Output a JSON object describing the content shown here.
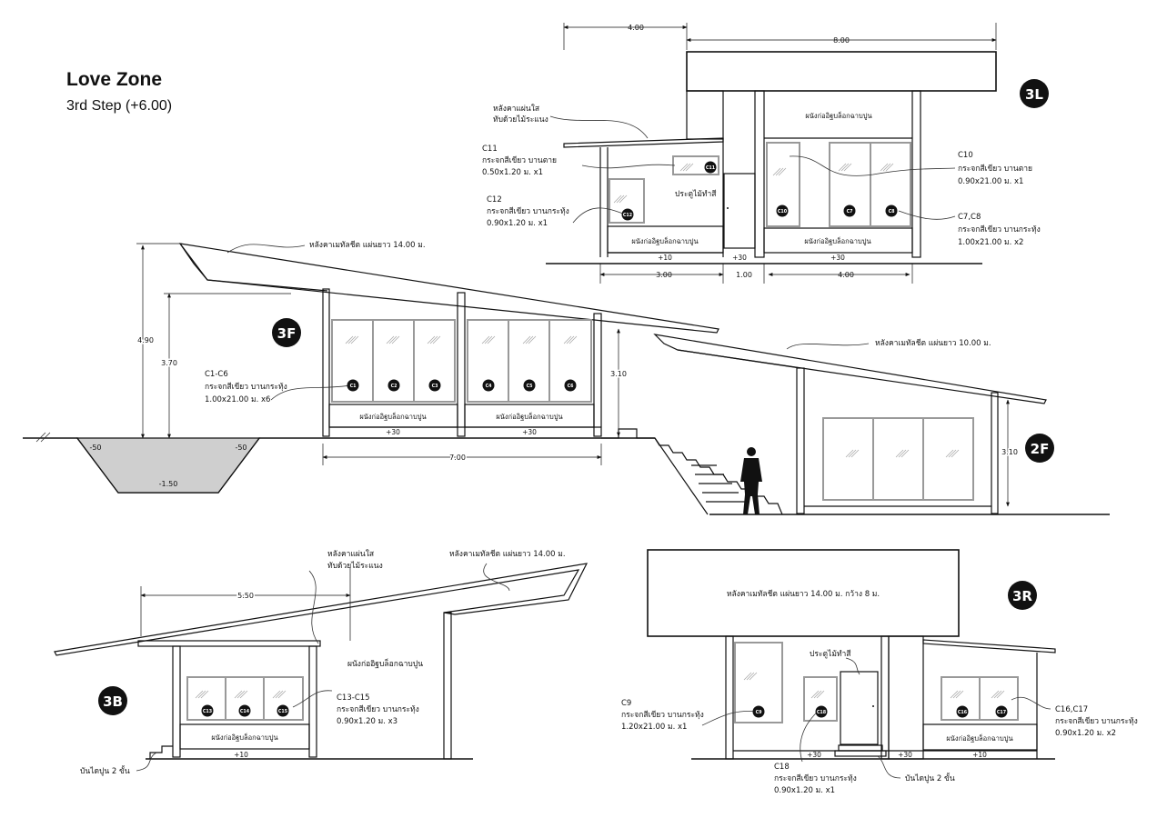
{
  "header": {
    "title": "Love Zone",
    "subtitle": "3rd Step (+6.00)"
  },
  "views": {
    "l3": {
      "badge": "3L",
      "dims": {
        "top_left": "4.00",
        "top_right": "8.00",
        "bottom_1": "3.00",
        "bottom_2": "1.00",
        "bottom_3": "4.00"
      },
      "wall_label": "ผนังก่ออิฐบล็อกฉาบปูน",
      "wall_left": "ผนังก่ออิฐบล็อกฉาบปูน",
      "wall_right": "ผนังก่ออิฐบล็อกฉาบปูน",
      "level_left": "+10",
      "level_mid": "+30",
      "level_right": "+30",
      "roof_note": [
        "หลังคาแผ่นใส",
        "ทับด้วยไม้ระแนง"
      ],
      "c11": [
        "C11",
        "กระจกสีเขียว บานตาย",
        "0.50x1.20 ม. x1"
      ],
      "c12": [
        "C12",
        "กระจกสีเขียว บานกระทุ้ง",
        "0.90x1.20 ม. x1"
      ],
      "door": "ประตูไม้ทำสี",
      "c10": [
        "C10",
        "กระจกสีเขียว บานตาย",
        "0.90x21.00 ม. x1"
      ],
      "c7c8": [
        "C7,C8",
        "กระจกสีเขียว บานกระทุ้ง",
        "1.00x21.00 ม. x2"
      ],
      "tags": [
        "C11",
        "C12",
        "C10",
        "C7",
        "C8"
      ]
    },
    "f3": {
      "badge": "3F",
      "roof_note": "หลังคาเมทัลชีต แผ่นยาว 14.00 ม.",
      "dims": {
        "h1": "4.90",
        "h2": "3.70",
        "h3": "3.10",
        "w": "7.00"
      },
      "pond": {
        "l": "-50",
        "r": "-50",
        "bottom": "-1.50"
      },
      "note": [
        "C1-C6",
        "กระจกสีเขียว บานกระทุ้ง",
        "1.00x21.00 ม. x6"
      ],
      "wall_label_a": "ผนังก่ออิฐบล็อกฉาบปูน",
      "wall_label_b": "ผนังก่ออิฐบล็อกฉาบปูน",
      "level_a": "+30",
      "level_b": "+30",
      "tags": [
        "C1",
        "C2",
        "C3",
        "C4",
        "C5",
        "C6"
      ]
    },
    "f2": {
      "badge": "2F",
      "roof_note": "หลังคาเมทัลชีต แผ่นยาว 10.00 ม.",
      "dims": {
        "h": "3.10"
      }
    },
    "b3": {
      "badge": "3B",
      "roof_note_a": [
        "หลังคาแผ่นใส",
        "ทับด้วยไม้ระแนง"
      ],
      "roof_note_b": "หลังคาเมทัลชีต แผ่นยาว 14.00 ม.",
      "dims": {
        "w": "5.50"
      },
      "wall_label": "ผนังก่ออิฐบล็อกฉาบปูน",
      "wall_label_inner": "ผนังก่ออิฐบล็อกฉาบปูน",
      "note": [
        "C13-C15",
        "กระจกสีเขียว บานกระทุ้ง",
        "0.90x1.20 ม. x3"
      ],
      "level": "+10",
      "stair_note": "บันไดปูน 2 ขั้น",
      "tags": [
        "C13",
        "C14",
        "C15"
      ]
    },
    "r3": {
      "badge": "3R",
      "roof_note": "หลังคาเมทัลชีต แผ่นยาว 14.00 ม. กว้าง 8 ม.",
      "door": "ประตูไม้ทำสี",
      "c9": [
        "C9",
        "กระจกสีเขียว บานกระทุ้ง",
        "1.20x21.00 ม. x1"
      ],
      "c18": [
        "C18",
        "กระจกสีเขียว บานกระทุ้ง",
        "0.90x1.20 ม. x1"
      ],
      "c16c17": [
        "C16,C17",
        "กระจกสีเขียว บานกระทุ้ง",
        "0.90x1.20 ม. x2"
      ],
      "wall_label": "ผนังก่ออิฐบล็อกฉาบปูน",
      "level_a": "+30",
      "level_b": "+30",
      "level_c": "+10",
      "stair_note": "บันไดปูน 2 ขั้น",
      "tags": [
        "C9",
        "C18",
        "C16",
        "C17"
      ]
    }
  }
}
